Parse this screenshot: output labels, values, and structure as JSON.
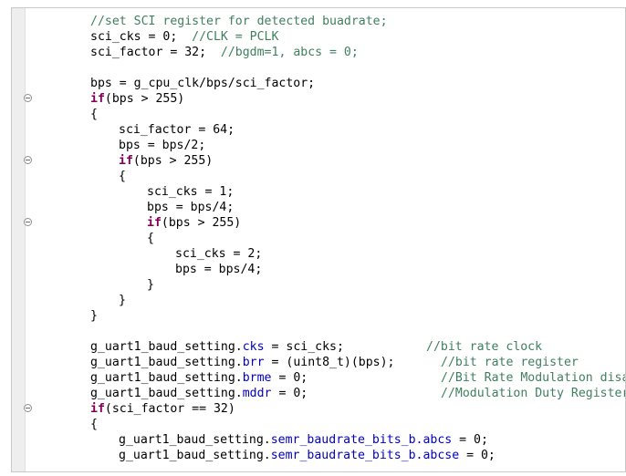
{
  "editor": {
    "line1_comment": "//set SCI register for detected buadrate;",
    "line2_code": "sci_cks = 0;  ",
    "line2_comment": "//CLK = PCLK",
    "line3_code": "sci_factor = 32;  ",
    "line3_comment": "//bgdm=1, abcs = 0;",
    "line5_code": "bps = g_cpu_clk/bps/sci_factor;",
    "line6_kw": "if",
    "line6_code": "(bps > 255)",
    "line7_code": "{",
    "line8_code": "sci_factor = 64;",
    "line9_code": "bps = bps/2;",
    "line10_kw": "if",
    "line10_code": "(bps > 255)",
    "line11_code": "{",
    "line12_code": "sci_cks = 1;",
    "line13_code": "bps = bps/4;",
    "line14_kw": "if",
    "line14_code": "(bps > 255)",
    "line15_code": "{",
    "line16_code": "sci_cks = 2;",
    "line17_code": "bps = bps/4;",
    "line18_code": "}",
    "line19_code": "}",
    "line20_code": "}",
    "line22_obj": "g_uart1_baud_setting.",
    "line22_field": "cks",
    "line22_rest": " = sci_cks;",
    "line22_comment": "//bit rate clock",
    "line23_obj": "g_uart1_baud_setting.",
    "line23_field": "brr",
    "line23_rest": " = (uint8_t)(bps);",
    "line23_comment": "//bit rate register",
    "line24_obj": "g_uart1_baud_setting.",
    "line24_field": "brme",
    "line24_rest": " = 0;",
    "line24_comment": "//Bit Rate Modulation disabl",
    "line25_obj": "g_uart1_baud_setting.",
    "line25_field": "mddr",
    "line25_rest": " = 0;",
    "line25_comment": "//Modulation Duty Register",
    "line26_kw": "if",
    "line26_code": "(sci_factor == 32)",
    "line27_code": "{",
    "line28_obj": "g_uart1_baud_setting.",
    "line28_field": "semr_baudrate_bits_b.abcs",
    "line28_rest": " = 0;",
    "line29_obj": "g_uart1_baud_setting.",
    "line29_field": "semr_baudrate_bits_b.abcse",
    "line29_rest": " = 0;",
    "fold_marker_icon": "collapse-minus-icon"
  }
}
